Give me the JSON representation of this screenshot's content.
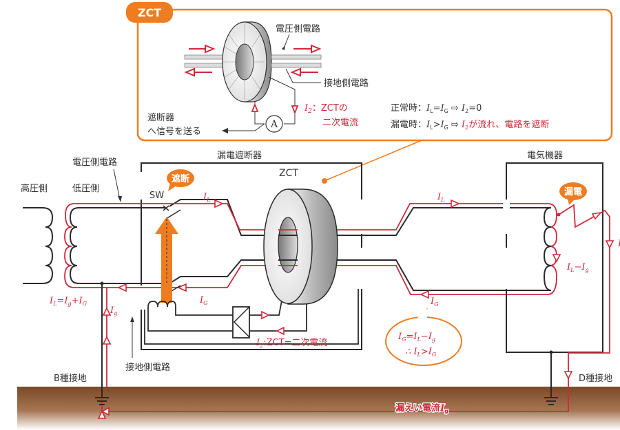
{
  "colors": {
    "accent_orange": "#ee7d22",
    "current_red": "#d0283a",
    "wire_black": "#2a2a2a",
    "ground_brown": "#7a4a28"
  },
  "zct_inset": {
    "tag": "ZCT",
    "voltage_side_circuit": "電圧側電路",
    "ground_side_circuit": "接地側電路",
    "ammeter_symbol": "A",
    "send_signal": [
      "遮断器",
      "へ信号を送る"
    ],
    "i2_symbol": "I",
    "i2_sub": "2",
    "i2_desc": [
      "：ZCTの",
      "二次電流"
    ],
    "normal": {
      "label": "正常時：",
      "eq": "I",
      "sub1": "L",
      "mid": "=I",
      "sub2": "G",
      "arrow": " ⇨ ",
      "res": "I",
      "res_sub": "2",
      "res_tail": "=0"
    },
    "leak": {
      "label": "漏電時：",
      "eq": "I",
      "sub1": "L",
      "mid": ">I",
      "sub2": "G",
      "arrow": " ⇨ ",
      "res": "I",
      "res_sub": "2",
      "res_tail": "が流れ、電路を遮断"
    }
  },
  "main": {
    "voltage_side_circuit": "電圧側電路",
    "high_voltage_side": "高圧側",
    "low_voltage_side": "低圧側",
    "breaker_title": "漏電遮断器",
    "zct_label": "ZCT",
    "sw_label": "SW",
    "cutoff_badge": "遮断",
    "device_title": "電気機器",
    "leak_badge": "漏電",
    "ground_side_circuit": "接地側電路",
    "b_ground": "B種接地",
    "d_ground": "D種接地",
    "leak_current_label": "漏えい電流",
    "currents": {
      "IL": "I",
      "IL_sub": "L",
      "IG": "I",
      "IG_sub": "G",
      "Ig": "I",
      "Ig_sub": "g",
      "IL_eq": "I",
      "IL_eq_s1": "L",
      "IL_eq_mid": "=I",
      "IL_eq_s2": "g",
      "IL_eq_plus": "+I",
      "IL_eq_s3": "G",
      "IL_minus_Ig": "I",
      "IL_minus_Ig_s1": "L",
      "IL_minus_Ig_mid": "−I",
      "IL_minus_Ig_s2": "g",
      "I2_zct": "I",
      "I2_zct_sub": "2",
      "I2_zct_text": ":ZCT=二次電流"
    },
    "bubble": {
      "line1_a": "I",
      "line1_s1": "G",
      "line1_b": "=I",
      "line1_s2": "L",
      "line1_c": "−I",
      "line1_s3": "g",
      "line2_a": "∴ I",
      "line2_s1": "L",
      "line2_b": ">I",
      "line2_s2": "G"
    }
  }
}
